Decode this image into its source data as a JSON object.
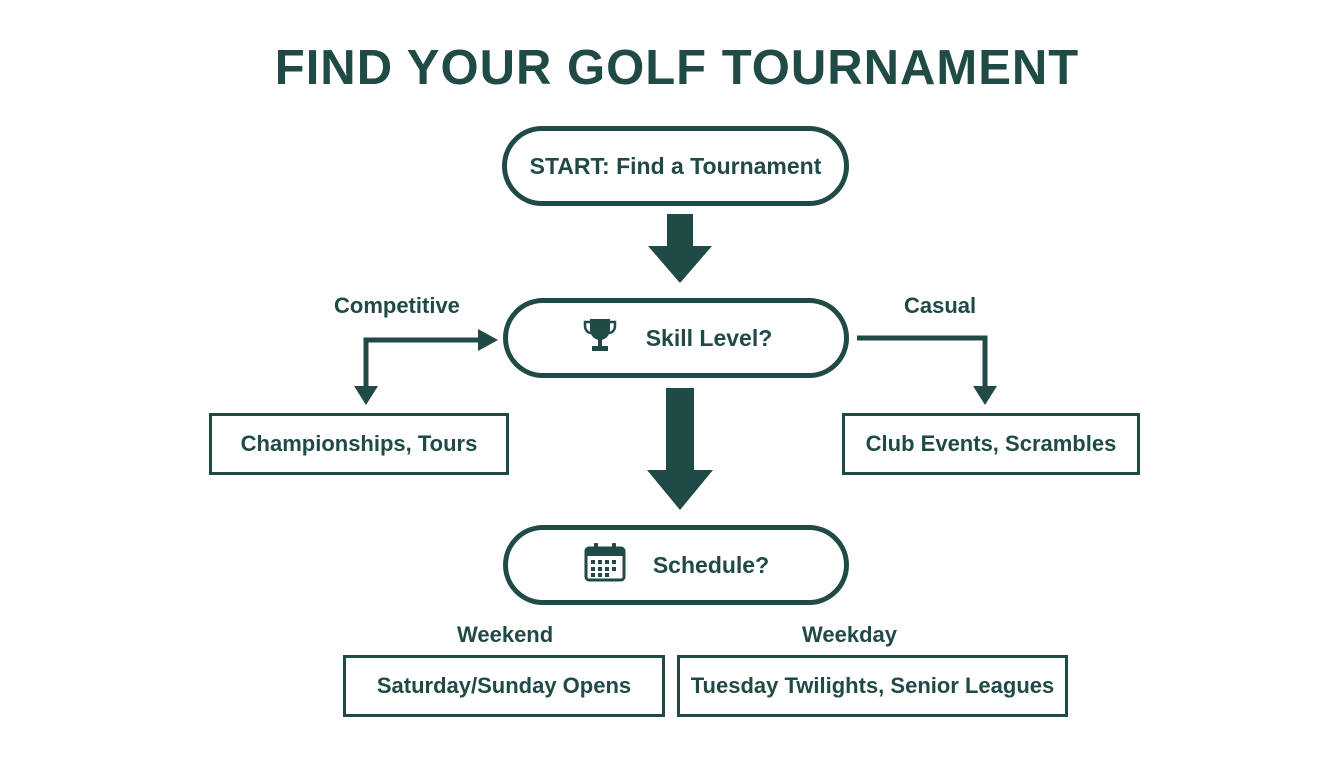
{
  "title": "FIND YOUR GOLF TOURNAMENT",
  "nodes": {
    "start": "START: Find a Tournament",
    "skill": "Skill Level?",
    "schedule": "Schedule?"
  },
  "branches": {
    "competitive": {
      "label": "Competitive",
      "result": "Championships, Tours"
    },
    "casual": {
      "label": "Casual",
      "result": "Club Events, Scrambles"
    },
    "weekend": {
      "label": "Weekend",
      "result": "Saturday/Sunday Opens"
    },
    "weekday": {
      "label": "Weekday",
      "result": "Tuesday Twilights, Senior Leagues"
    }
  },
  "icons": {
    "skill": "trophy-icon",
    "schedule": "calendar-icon"
  },
  "colors": {
    "primary": "#1f4a46",
    "background": "#ffffff"
  }
}
